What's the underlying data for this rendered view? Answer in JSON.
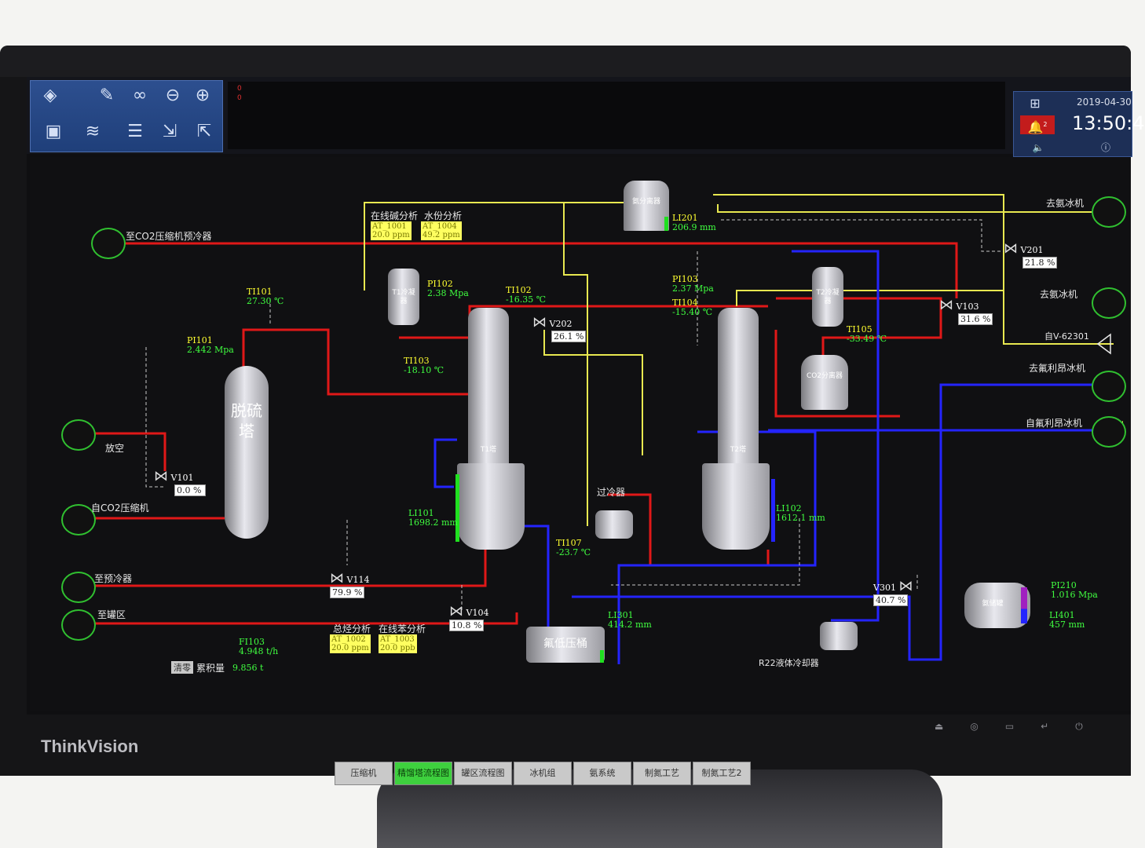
{
  "toolbar": {
    "alarm_counts": [
      "0",
      "0"
    ],
    "date": "2019-04-30",
    "time": "13:50:4",
    "alarm_badge": "2",
    "icons": [
      "shield-icon",
      "notes-icon",
      "link-icon",
      "back-icon",
      "forward-icon",
      "overview-icon",
      "trend-icon",
      "list-icon",
      "export-icon",
      "import-icon",
      "network-icon",
      "bell-icon",
      "speaker-icon",
      "info-icon"
    ]
  },
  "labels": {
    "co2_precooler": "至CO2压缩机预冷器",
    "vent": "放空",
    "from_co2_compressor": "自CO2压缩机",
    "to_precooler": "至预冷器",
    "to_tank_area": "至罐区",
    "to_ammonia_ice": "去氨冰机",
    "to_ammonia_ice_2": "去氨冰机",
    "from_v62301": "自V-62301",
    "to_freon_ice": "去氟利昂冰机",
    "from_freon_ice": "自氟利昂冰机",
    "online_alkali": "在线碱分析",
    "water_analysis": "水份分析",
    "total_hc": "总烃分析",
    "online_benzene": "在线苯分析",
    "cumulative": "累积量",
    "clear_btn": "清零",
    "subcooler": "过冷器",
    "r22_cooler": "R22液体冷却器"
  },
  "vessels": {
    "desulfur": "脱硫塔",
    "t1_condenser": "T1冷凝器",
    "ammonia_sep": "氨分离器",
    "t2_condenser": "T2冷凝器",
    "co2_sep": "CO2分离器",
    "t1_tower": "T1塔",
    "t2_tower": "T2塔",
    "freon_tank": "氟低压桶",
    "ammonia_tank": "氨储罐"
  },
  "tags": {
    "TI101": {
      "name": "TI101",
      "value": "27.30 ℃"
    },
    "PI101": {
      "name": "PI101",
      "value": "2.442 Mpa"
    },
    "PI102": {
      "name": "PI102",
      "value": "2.38 Mpa"
    },
    "TI102": {
      "name": "TI102",
      "value": "-16.35 ℃"
    },
    "TI103": {
      "name": "TI103",
      "value": "-18.10 ℃"
    },
    "LI201": {
      "name": "LI201",
      "value": "206.9 mm"
    },
    "PI103": {
      "name": "PI103",
      "value": "2.37 Mpa"
    },
    "TI104": {
      "name": "TI104",
      "value": "-15.40 ℃"
    },
    "TI105": {
      "name": "TI105",
      "value": "-33.49 ℃"
    },
    "LI101": {
      "name": "LI101",
      "value": "1698.2 mm"
    },
    "TI107": {
      "name": "TI107",
      "value": "-23.7 ℃"
    },
    "LI102": {
      "name": "LI102",
      "value": "1612.1 mm"
    },
    "LI301": {
      "name": "LI301",
      "value": "414.2 mm"
    },
    "FI103": {
      "name": "FI103",
      "value": "4.948 t/h"
    },
    "PI210": {
      "name": "PI210",
      "value": "1.016 Mpa"
    },
    "LI401": {
      "name": "LI401",
      "value": "457 mm"
    },
    "cumulative_value": "9.856 t"
  },
  "analyzers": {
    "AT1001": {
      "name": "AT_1001",
      "value": "20.0 ppm"
    },
    "AT1004": {
      "name": "AT_1004",
      "value": "49.2 ppm"
    },
    "AT1002": {
      "name": "AT_1002",
      "value": "20.0 ppm"
    },
    "AT1003": {
      "name": "AT_1003",
      "value": "20.0 ppb"
    }
  },
  "valves": {
    "V101": {
      "name": "V101",
      "value": "0.0 %"
    },
    "V202": {
      "name": "V202",
      "value": "26.1 %"
    },
    "V201": {
      "name": "V201",
      "value": "21.8 %"
    },
    "V103": {
      "name": "V103",
      "value": "31.6 %"
    },
    "V114": {
      "name": "V114",
      "value": "79.9 %"
    },
    "V104": {
      "name": "V104",
      "value": "10.8 %"
    },
    "V301": {
      "name": "V301",
      "value": "40.7 %"
    }
  },
  "nav": {
    "tabs": [
      "压缩机",
      "精馏塔流程图",
      "罐区流程图",
      "冰机组",
      "氨系统",
      "制氮工艺",
      "制氮工艺2"
    ],
    "active": 1
  },
  "monitor": {
    "brand": "ThinkVision"
  },
  "colors": {
    "pipe_red": "#e01818",
    "pipe_yellow": "#e8e850",
    "pipe_blue": "#2424ff",
    "value_green": "#40ff40",
    "tag_yellow": "#ffff30"
  }
}
